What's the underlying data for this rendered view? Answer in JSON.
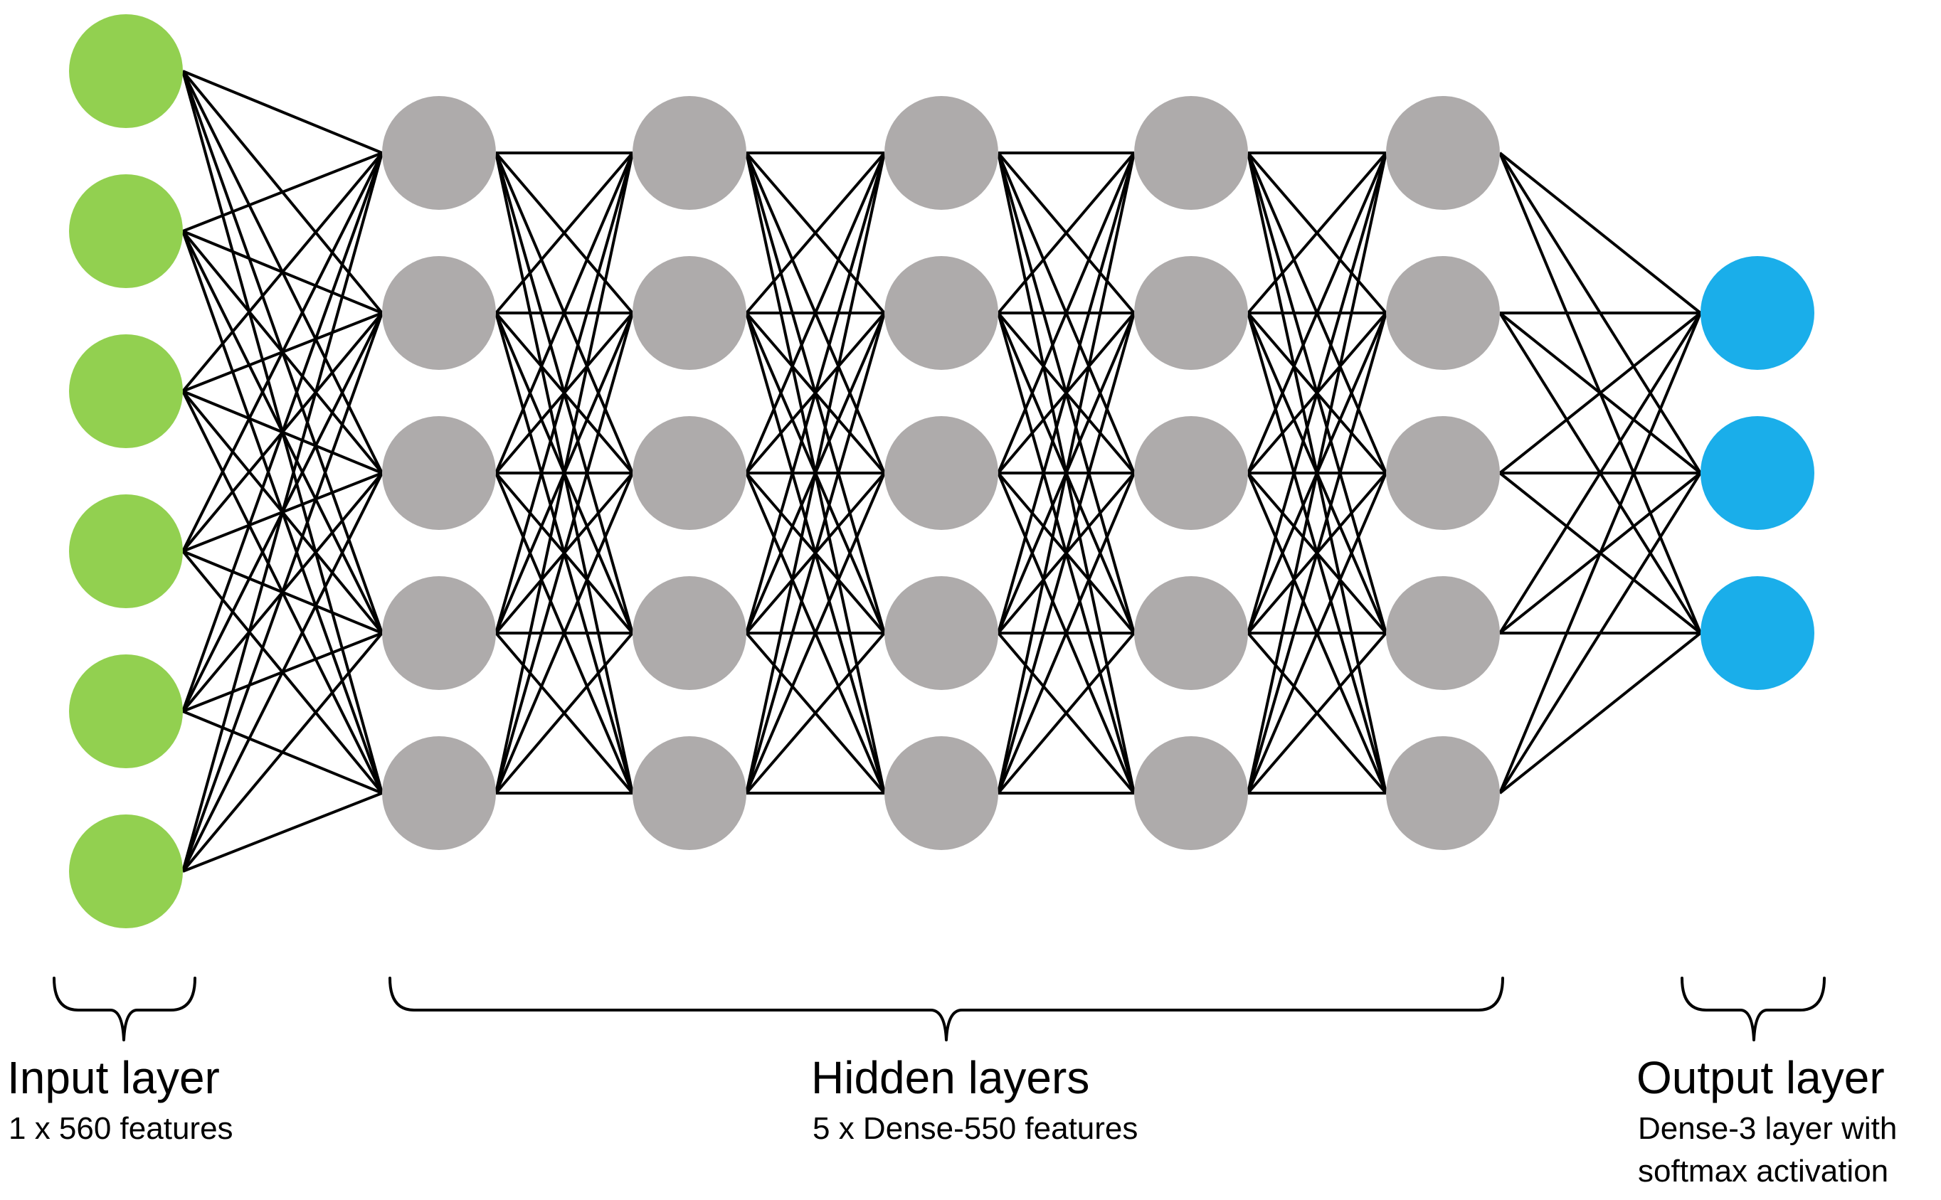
{
  "layers": [
    {
      "id": "input",
      "node_count": 6,
      "color": "#92d050",
      "title": "Input layer",
      "subtitle": [
        "1 x 560 features"
      ]
    },
    {
      "id": "hidden-1",
      "node_count": 5,
      "color": "#aeabab"
    },
    {
      "id": "hidden-2",
      "node_count": 5,
      "color": "#aeabab"
    },
    {
      "id": "hidden-3",
      "node_count": 5,
      "color": "#aeabab"
    },
    {
      "id": "hidden-4",
      "node_count": 5,
      "color": "#aeabab"
    },
    {
      "id": "hidden-5",
      "node_count": 5,
      "color": "#aeabab"
    },
    {
      "id": "output",
      "node_count": 3,
      "color": "#1aaeea",
      "title": "Output layer",
      "subtitle": [
        "Dense-3 layer with",
        "softmax activation"
      ]
    }
  ],
  "hidden_group": {
    "title": "Hidden layers",
    "subtitle": [
      "5 x Dense-550 features"
    ]
  },
  "connectivity": "fully-connected"
}
